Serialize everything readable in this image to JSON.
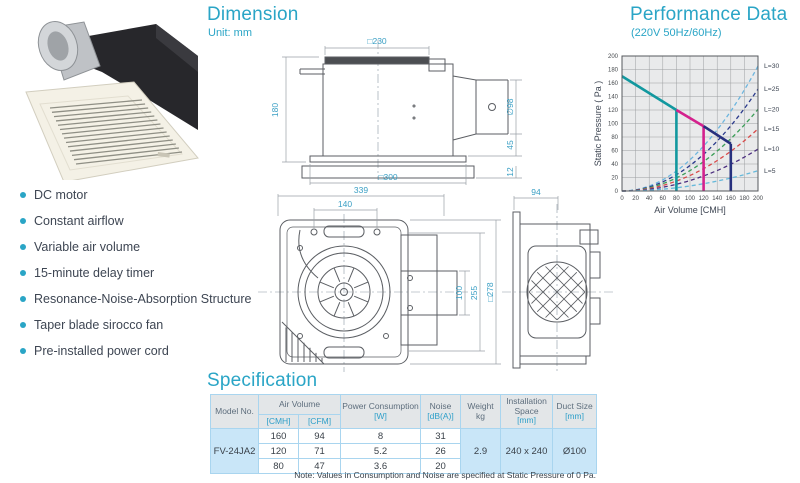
{
  "features": {
    "items": [
      "DC motor",
      "Constant airflow",
      "Variable air volume",
      "15-minute delay timer",
      "Resonance-Noise-Absorption Structure",
      "Taper blade sirocco fan",
      "Pre-installed power cord"
    ]
  },
  "dimension": {
    "title": "Dimension",
    "unit": "Unit: mm",
    "side_view": {
      "plate": "□230",
      "height": "180",
      "duct_dia": "∅98",
      "duct_offset": "45",
      "flange": "12",
      "opening": "□300"
    },
    "plan_view": {
      "width": "339",
      "pitch": "140",
      "outlet": "100",
      "body": "255",
      "panel": "□278"
    },
    "profile_view": {
      "depth": "94"
    }
  },
  "performance": {
    "title": "Performance Data",
    "subtitle": "(220V 50Hz/60Hz)"
  },
  "chart_data": {
    "type": "line",
    "title": "Performance Data",
    "subtitle": "(220V 50Hz/60Hz)",
    "xlabel": "Air Volume",
    "xlabel_unit": "[CMH]",
    "ylabel": "Static Pressure",
    "ylabel_unit": "( Pa )",
    "xlim": [
      0,
      200
    ],
    "ylim": [
      0,
      200
    ],
    "xtick_step": 20,
    "ytick_step": 20,
    "grid": true,
    "legend_position": "right",
    "pq_curve_solid": [
      {
        "name": "notch-high",
        "color": "#12989f",
        "points": [
          [
            0,
            170
          ],
          [
            80,
            120
          ]
        ],
        "drop_at": 80
      },
      {
        "name": "notch-mid",
        "color": "#d4218d",
        "points": [
          [
            80,
            120
          ],
          [
            120,
            96
          ]
        ],
        "drop_at": 120
      },
      {
        "name": "notch-low",
        "color": "#27307e",
        "points": [
          [
            120,
            96
          ],
          [
            160,
            70
          ]
        ],
        "drop_at": 160
      }
    ],
    "system_curves_dashed": [
      {
        "label": "L=30",
        "color": "#6cb5de",
        "value_at_200": 185
      },
      {
        "label": "L=25",
        "color": "#2b3a8c",
        "value_at_200": 151
      },
      {
        "label": "L=20",
        "color": "#3d9e59",
        "value_at_200": 121
      },
      {
        "label": "L=15",
        "color": "#d84a4a",
        "value_at_200": 92
      },
      {
        "label": "L=10",
        "color": "#4c2f80",
        "value_at_200": 62
      },
      {
        "label": "L=5",
        "color": "#66b9da",
        "value_at_200": 30
      }
    ]
  },
  "specification": {
    "title": "Specification",
    "note": "Note: Values in Consumption and Noise are specified at Static Pressure of 0 Pa.",
    "table": {
      "headers": {
        "model": "Model No.",
        "air_volume": "Air Volume",
        "cmh": "[CMH]",
        "cfm": "[CFM]",
        "power": "Power Consumption",
        "power_unit": "[W]",
        "noise": "Noise",
        "noise_unit": "[dB(A)]",
        "weight": "Weight",
        "weight_unit": "kg",
        "space": "Installation Space",
        "space_unit": "[mm]",
        "duct": "Duct Size",
        "duct_unit": "[mm]"
      },
      "model": "FV-24JA2",
      "rows": [
        {
          "cmh": "160",
          "cfm": "94",
          "power": "8",
          "noise": "31"
        },
        {
          "cmh": "120",
          "cfm": "71",
          "power": "5.2",
          "noise": "26"
        },
        {
          "cmh": "80",
          "cfm": "47",
          "power": "3.6",
          "noise": "20"
        }
      ],
      "weight": "2.9",
      "space": "240 x 240",
      "duct": "Ø100"
    }
  }
}
